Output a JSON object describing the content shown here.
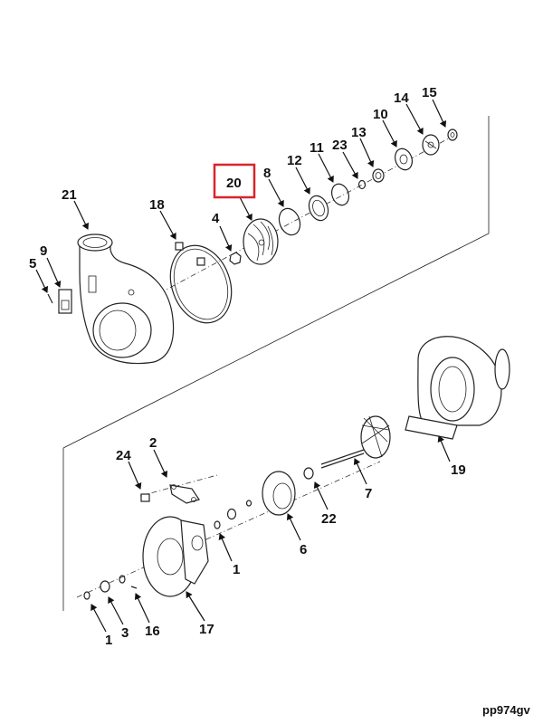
{
  "diagram": {
    "part_labels": [
      {
        "id": "21",
        "text": "21"
      },
      {
        "id": "9",
        "text": "9"
      },
      {
        "id": "5",
        "text": "5"
      },
      {
        "id": "18",
        "text": "18"
      },
      {
        "id": "4",
        "text": "4"
      },
      {
        "id": "20",
        "text": "20"
      },
      {
        "id": "8",
        "text": "8"
      },
      {
        "id": "12",
        "text": "12"
      },
      {
        "id": "11",
        "text": "11"
      },
      {
        "id": "23",
        "text": "23"
      },
      {
        "id": "13",
        "text": "13"
      },
      {
        "id": "10",
        "text": "10"
      },
      {
        "id": "14",
        "text": "14"
      },
      {
        "id": "15",
        "text": "15"
      },
      {
        "id": "2",
        "text": "2"
      },
      {
        "id": "24",
        "text": "24"
      },
      {
        "id": "19",
        "text": "19"
      },
      {
        "id": "7",
        "text": "7"
      },
      {
        "id": "22",
        "text": "22"
      },
      {
        "id": "6",
        "text": "6"
      },
      {
        "id": "1a",
        "text": "1"
      },
      {
        "id": "17",
        "text": "17"
      },
      {
        "id": "16",
        "text": "16"
      },
      {
        "id": "3",
        "text": "3"
      },
      {
        "id": "1b",
        "text": "1"
      }
    ],
    "highlighted_part": "20",
    "reference_code": "pp974gv",
    "colors": {
      "line": "#222222",
      "highlight": "#d9242c",
      "background": "#ffffff"
    }
  }
}
